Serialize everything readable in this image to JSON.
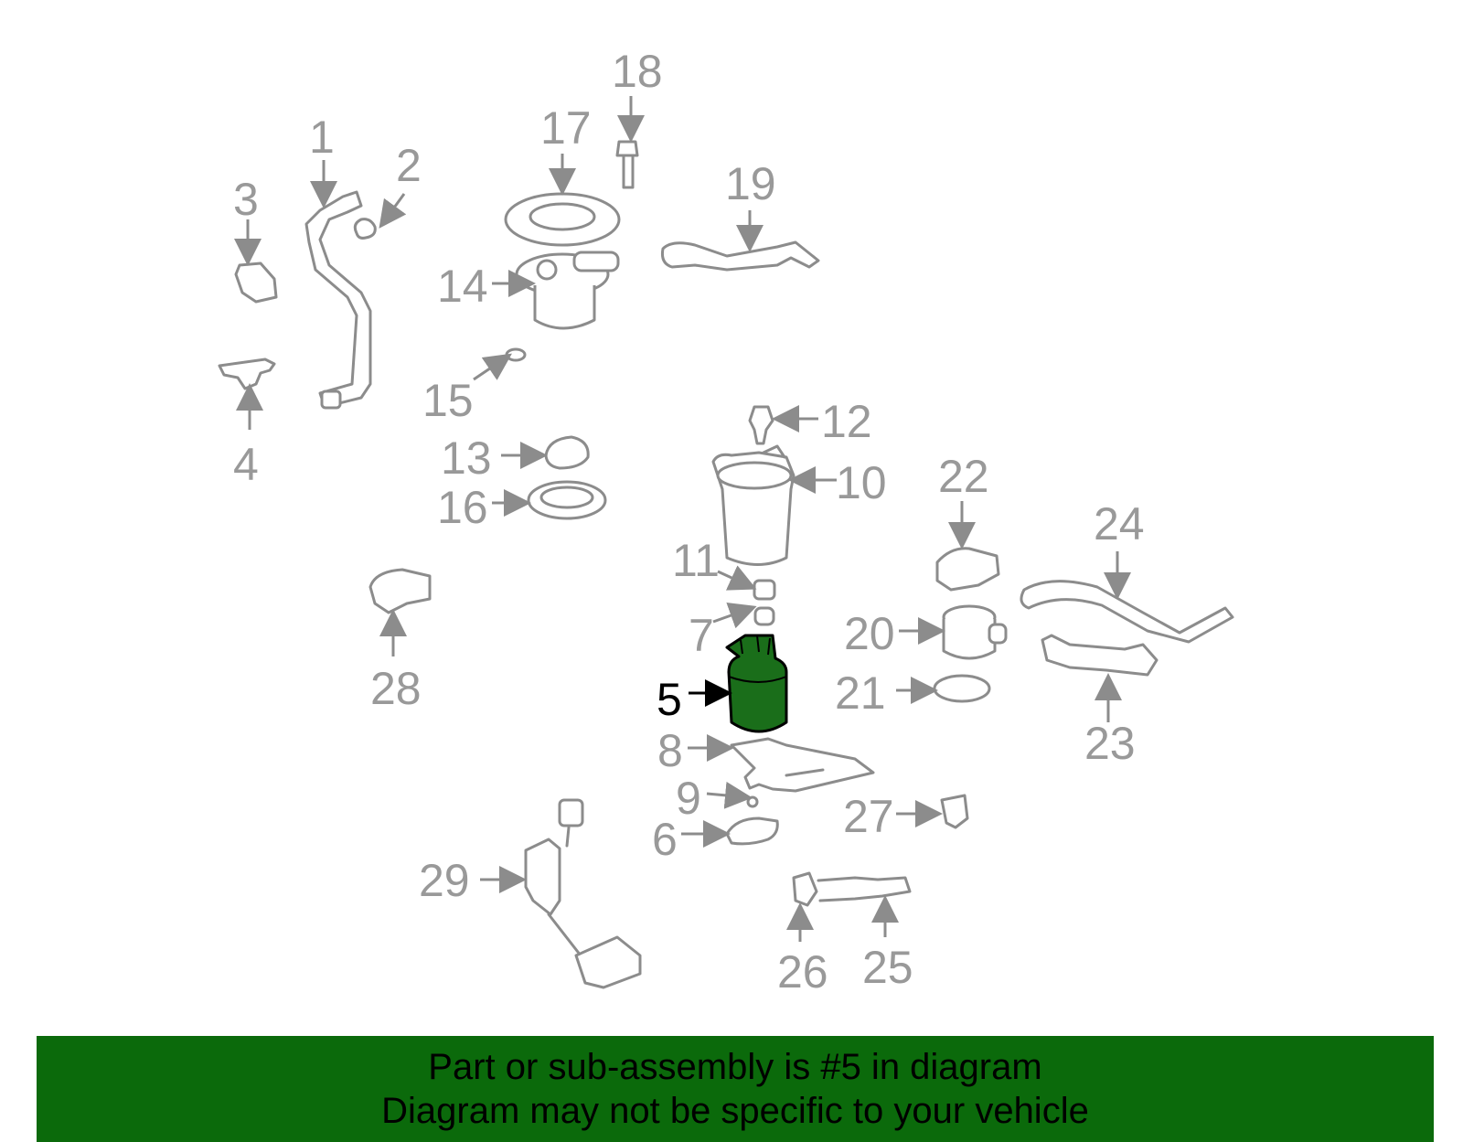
{
  "diagram": {
    "highlight_color": "#1a6e1a",
    "selected_part": "5",
    "callouts": [
      "1",
      "2",
      "3",
      "4",
      "5",
      "6",
      "7",
      "8",
      "9",
      "10",
      "11",
      "12",
      "13",
      "14",
      "15",
      "16",
      "17",
      "18",
      "19",
      "20",
      "21",
      "22",
      "23",
      "24",
      "25",
      "26",
      "27",
      "28",
      "29"
    ]
  },
  "banner": {
    "line1": "Part or sub-assembly is #5 in diagram",
    "line2": "Diagram may not be specific to your vehicle",
    "background": "#0b6a0b"
  }
}
